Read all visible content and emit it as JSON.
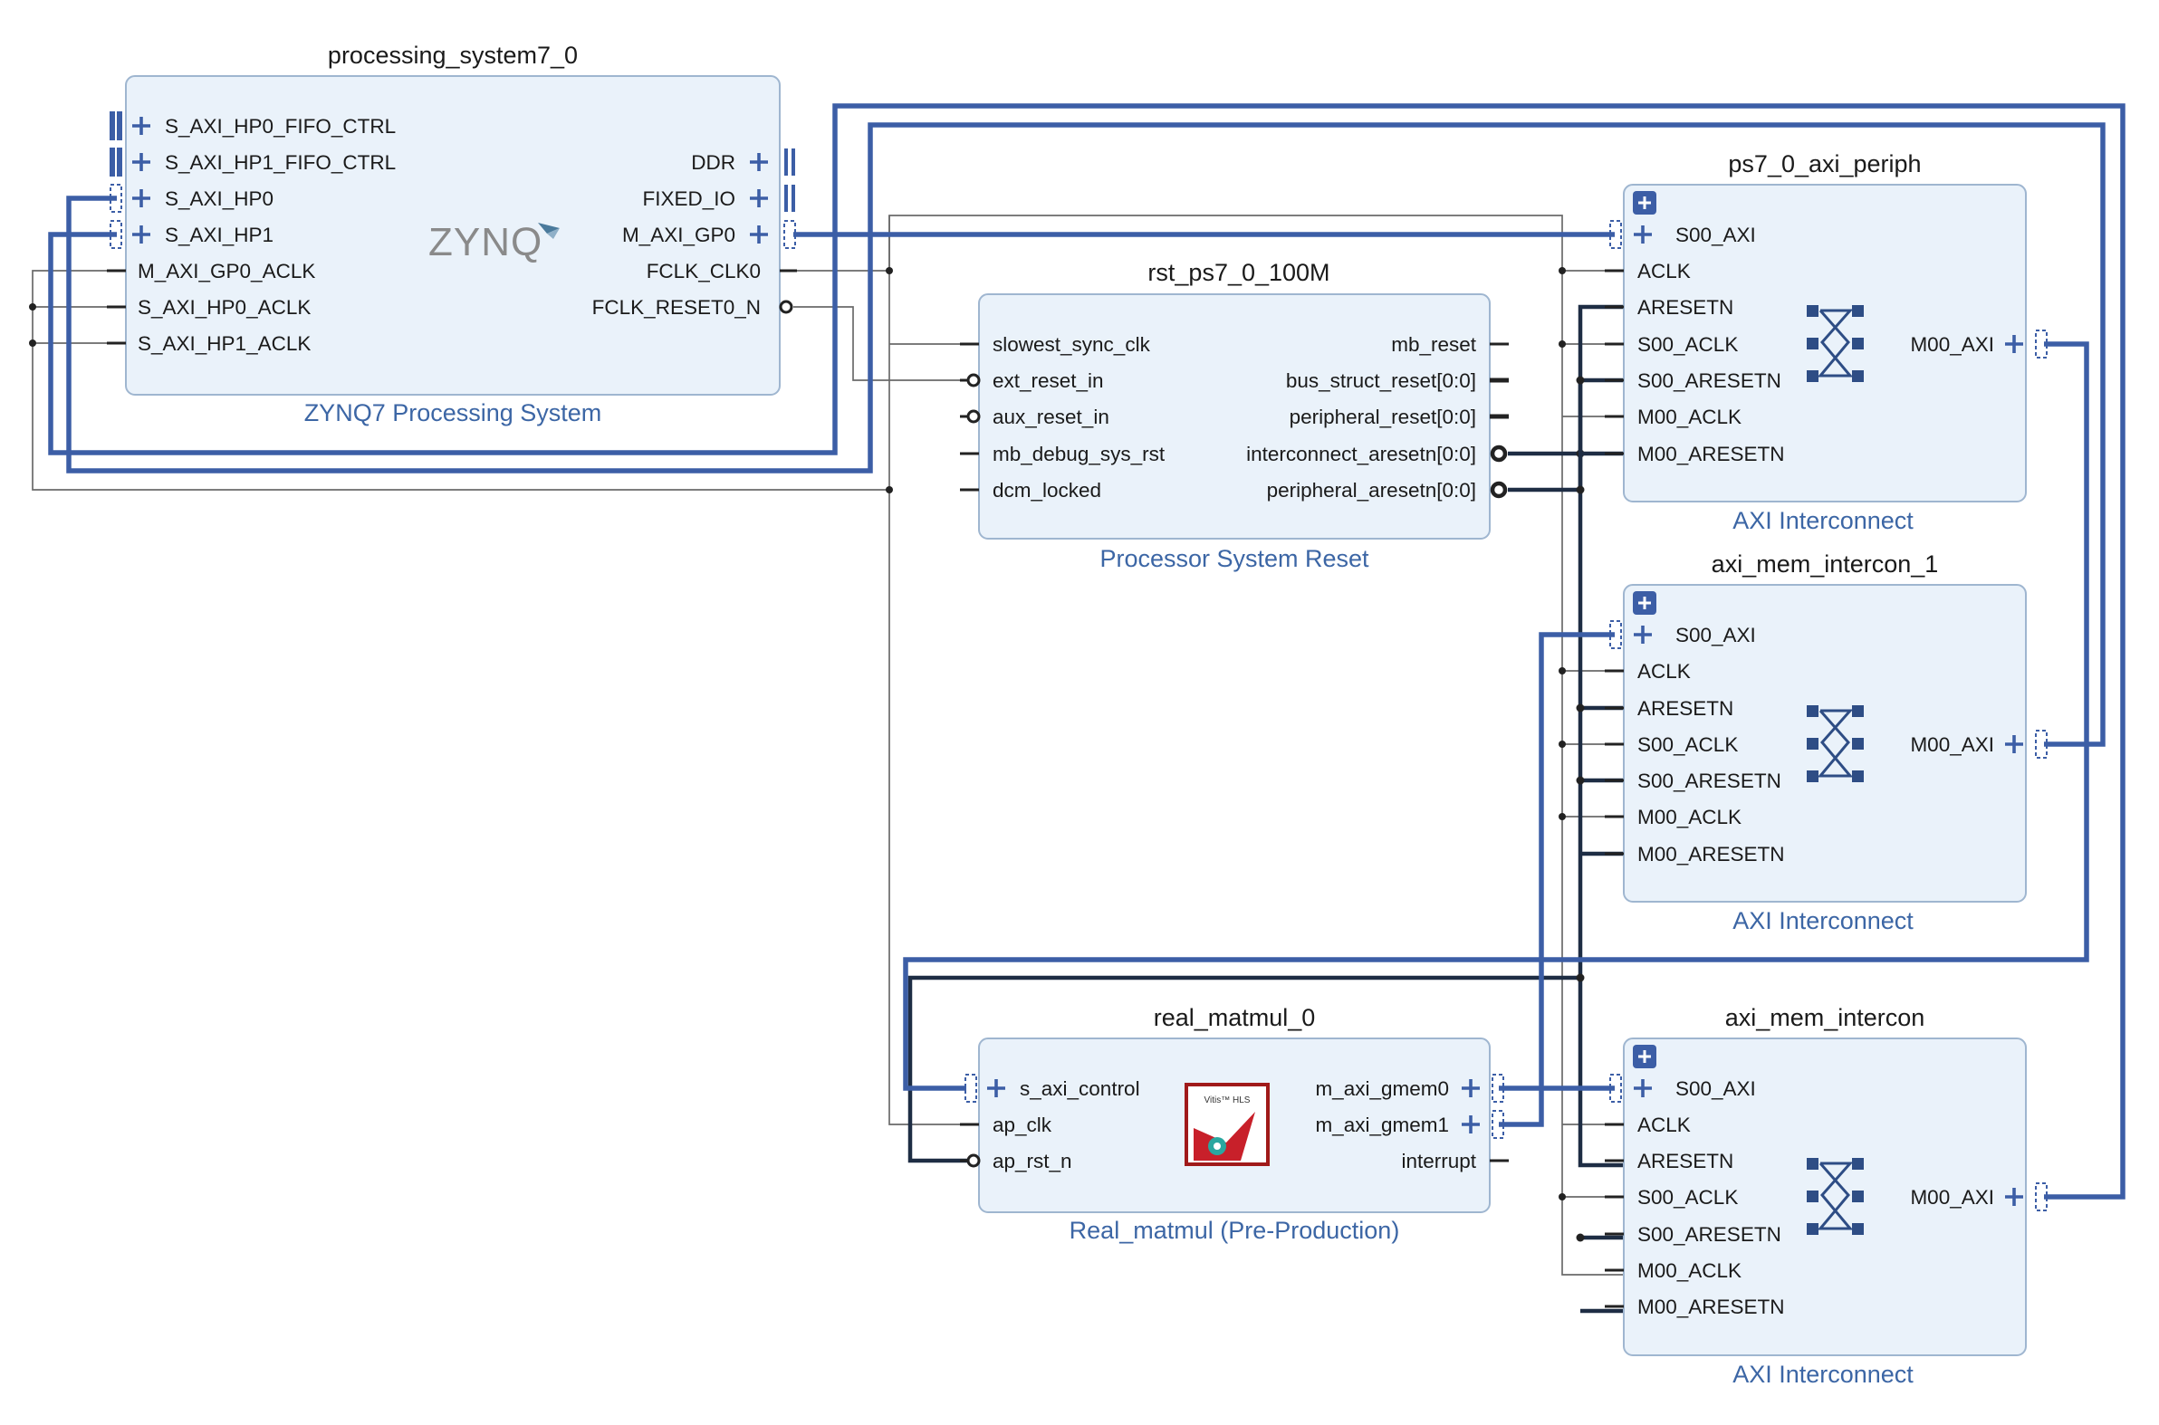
{
  "blocks": {
    "ps7": {
      "instance": "processing_system7_0",
      "subtitle": "ZYNQ7 Processing System",
      "logo": "ZYNQ",
      "left_ports": [
        "S_AXI_HP0_FIFO_CTRL",
        "S_AXI_HP1_FIFO_CTRL",
        "S_AXI_HP0",
        "S_AXI_HP1",
        "M_AXI_GP0_ACLK",
        "S_AXI_HP0_ACLK",
        "S_AXI_HP1_ACLK"
      ],
      "right_ports": [
        "DDR",
        "FIXED_IO",
        "M_AXI_GP0",
        "FCLK_CLK0",
        "FCLK_RESET0_N"
      ]
    },
    "rst": {
      "instance": "rst_ps7_0_100M",
      "subtitle": "Processor System Reset",
      "left_ports": [
        "slowest_sync_clk",
        "ext_reset_in",
        "aux_reset_in",
        "mb_debug_sys_rst",
        "dcm_locked"
      ],
      "right_ports": [
        "mb_reset",
        "bus_struct_reset[0:0]",
        "peripheral_reset[0:0]",
        "interconnect_aresetn[0:0]",
        "peripheral_aresetn[0:0]"
      ]
    },
    "matmul": {
      "instance": "real_matmul_0",
      "subtitle": "Real_matmul (Pre-Production)",
      "logo": "Vitis™ HLS",
      "left_ports": [
        "s_axi_control",
        "ap_clk",
        "ap_rst_n"
      ],
      "right_ports": [
        "m_axi_gmem0",
        "m_axi_gmem1",
        "interrupt"
      ]
    },
    "periph": {
      "instance": "ps7_0_axi_periph",
      "subtitle": "AXI Interconnect",
      "left_ports": [
        "S00_AXI",
        "ACLK",
        "ARESETN",
        "S00_ACLK",
        "S00_ARESETN",
        "M00_ACLK",
        "M00_ARESETN"
      ],
      "right_port": "M00_AXI"
    },
    "mem1": {
      "instance": "axi_mem_intercon_1",
      "subtitle": "AXI Interconnect",
      "left_ports": [
        "S00_AXI",
        "ACLK",
        "ARESETN",
        "S00_ACLK",
        "S00_ARESETN",
        "M00_ACLK",
        "M00_ARESETN"
      ],
      "right_port": "M00_AXI"
    },
    "mem": {
      "instance": "axi_mem_intercon",
      "subtitle": "AXI Interconnect",
      "left_ports": [
        "S00_AXI",
        "ACLK",
        "ARESETN",
        "S00_ACLK",
        "S00_ARESETN",
        "M00_ACLK",
        "M00_ARESETN"
      ],
      "right_port": "M00_AXI"
    }
  },
  "colors": {
    "block_fill": "#eaf2fa",
    "block_stroke": "#9fb6d0",
    "axi_bus": "#3c5ea6",
    "reset_net": "#1e2d44",
    "clock_net": "#6a6a6a",
    "subtitle_text": "#3c66a5"
  }
}
